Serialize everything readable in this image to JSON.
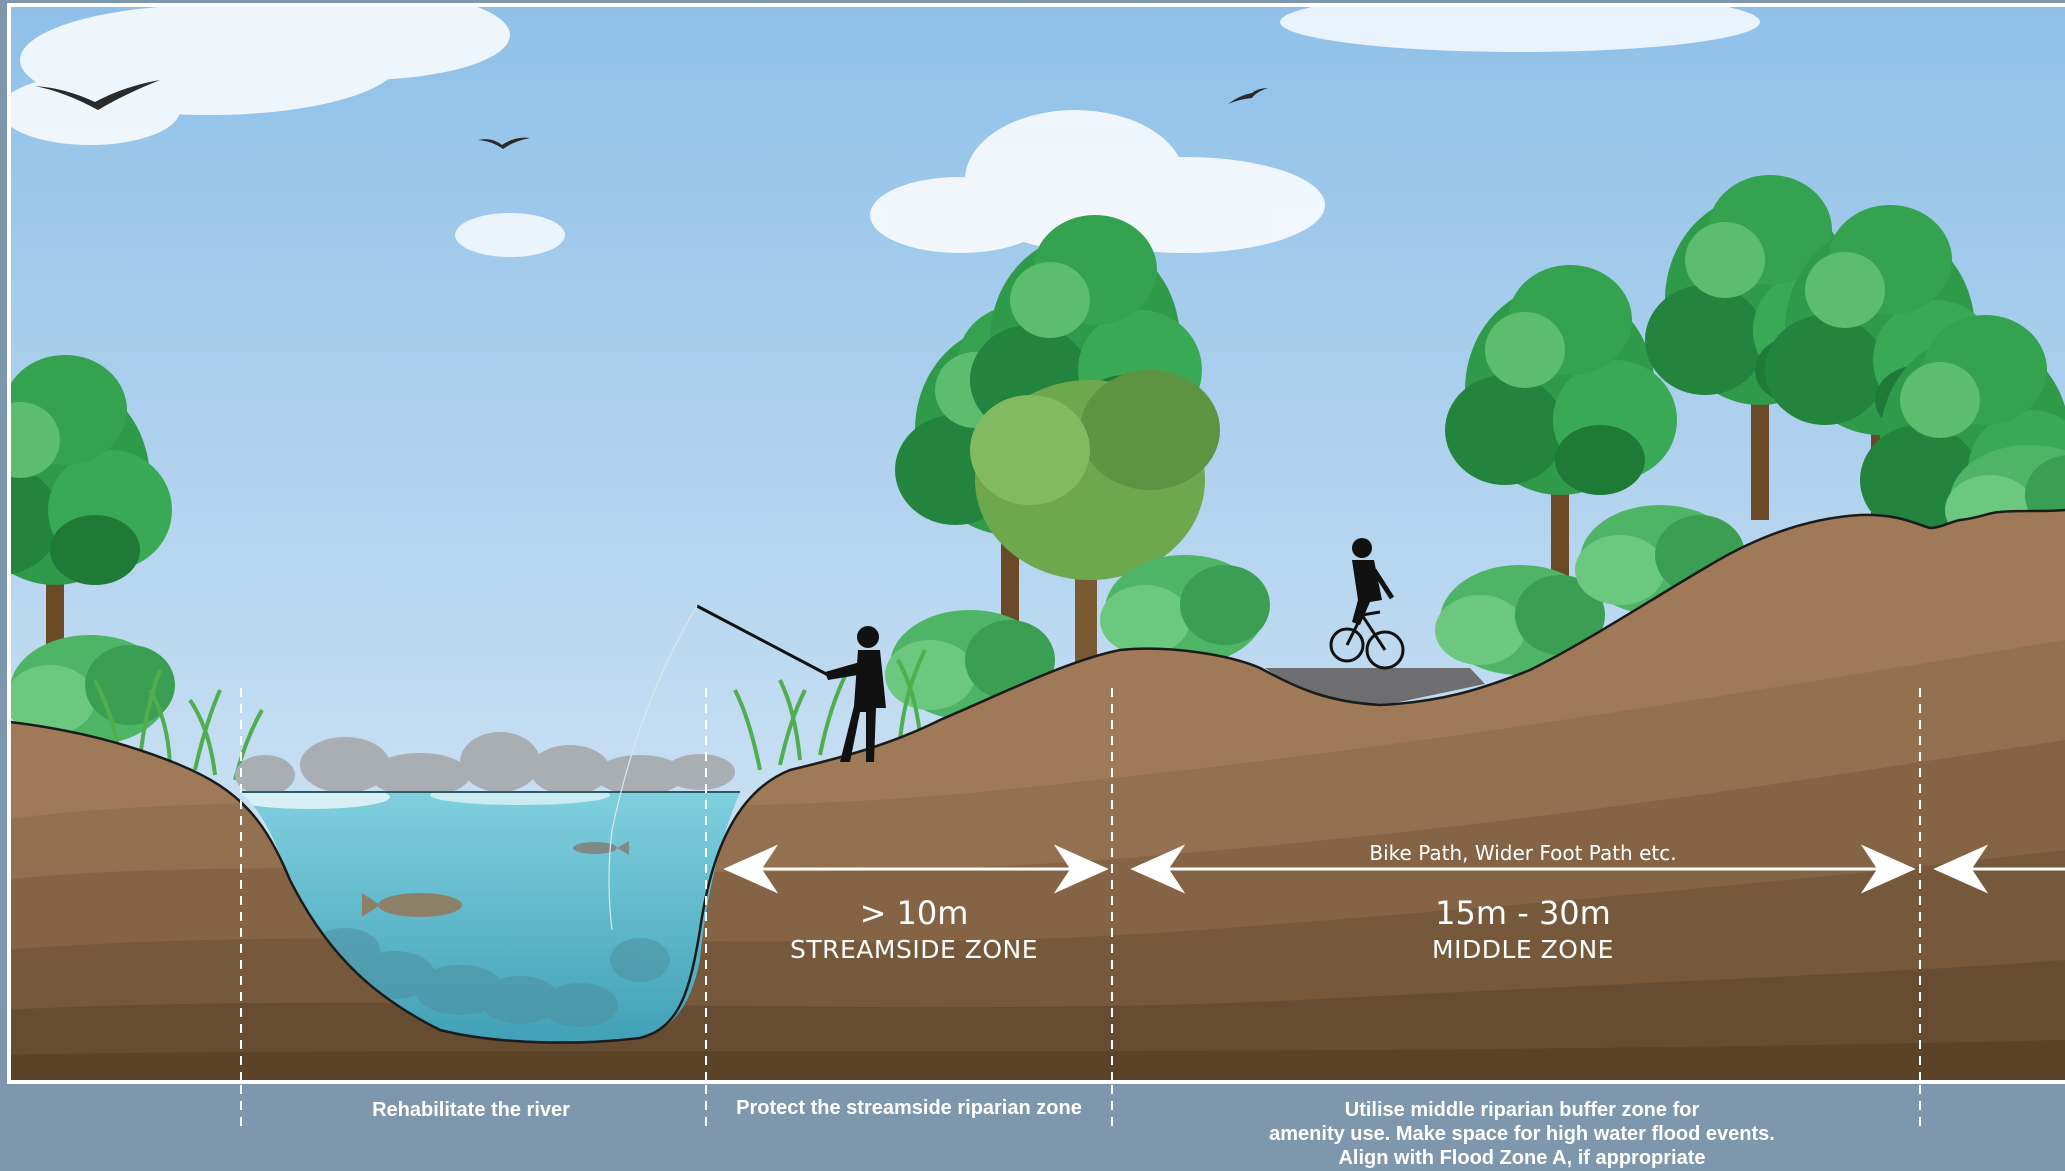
{
  "diagram": {
    "streamside_zone": {
      "width_label": "> 10m",
      "name": "STREAMSIDE ZONE"
    },
    "middle_zone": {
      "note": "Bike Path, Wider Foot Path etc.",
      "width_label": "15m - 30m",
      "name": "MIDDLE ZONE"
    },
    "captions": {
      "river": "Rehabilitate the river",
      "streamside": "Protect the streamside riparian zone",
      "middle_line1": "Utilise middle riparian buffer zone for",
      "middle_line2": "amenity use. Make space for high water flood events.",
      "middle_line3": "Align with Flood Zone A, if appropriate"
    },
    "icons": [
      "bird-icon",
      "tree-icon",
      "fisherman-icon",
      "cyclist-icon",
      "fish-icon",
      "rock-icon",
      "reed-icon",
      "cloud-icon"
    ],
    "colors": {
      "sky_top": "#8fc0e8",
      "sky_bottom": "#dceaf6",
      "soil_light": "#a07a58",
      "soil_dark": "#5a4327",
      "water": "#5db4c9",
      "caption_band": "#7e97ad",
      "tree_green": "#2e9a4a"
    }
  }
}
